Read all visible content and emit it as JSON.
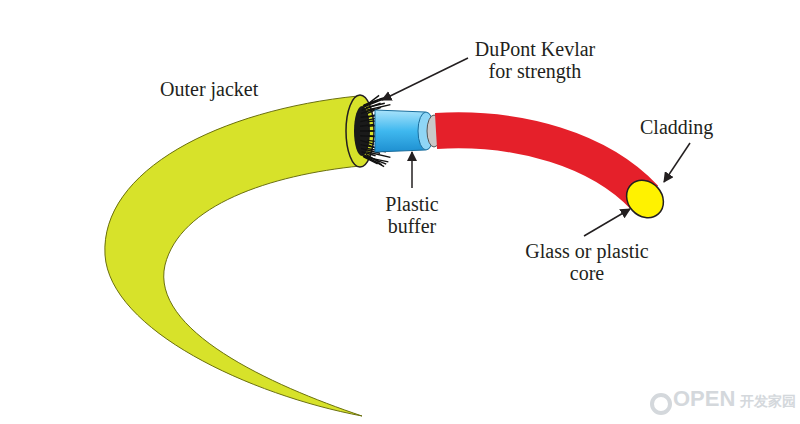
{
  "diagram": {
    "labels": [
      "Outer jacket",
      "DuPont Kevlar for strength",
      "Plastic buffer",
      "Cladding",
      "Glass or plastic core",
      "OPEN",
      "开发家园"
    ]
  }
}
